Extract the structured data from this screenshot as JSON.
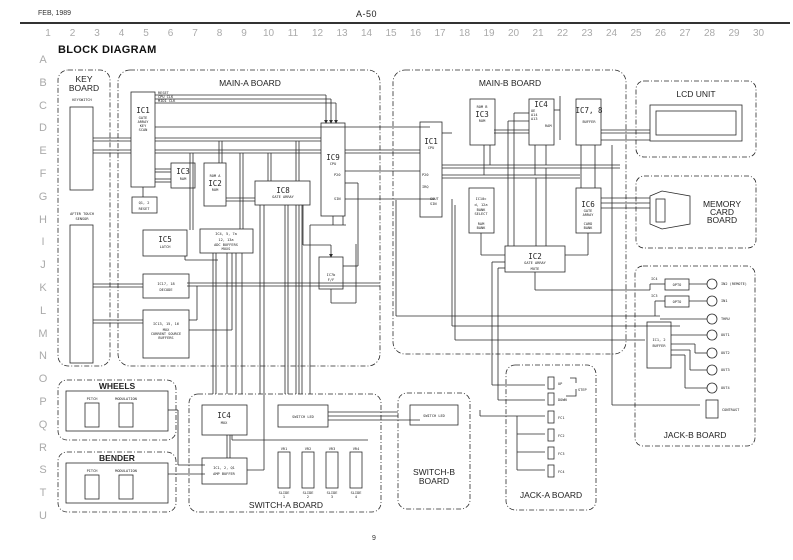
{
  "header": {
    "date": "FEB, 1989",
    "code": "A-50",
    "page_number": "9"
  },
  "title": "BLOCK DIAGRAM",
  "grid": {
    "columns": [
      "1",
      "2",
      "3",
      "4",
      "5",
      "6",
      "7",
      "8",
      "9",
      "10",
      "11",
      "12",
      "13",
      "14",
      "15",
      "16",
      "17",
      "18",
      "19",
      "20",
      "21",
      "22",
      "23",
      "24",
      "25",
      "26",
      "27",
      "28",
      "29",
      "30"
    ],
    "rows": [
      "A",
      "B",
      "C",
      "D",
      "E",
      "F",
      "G",
      "H",
      "I",
      "J",
      "K",
      "L",
      "M",
      "N",
      "O",
      "P",
      "Q",
      "R",
      "S",
      "T",
      "U"
    ]
  },
  "boards": {
    "keyboard": {
      "title_1": "KEY",
      "title_2": "BOARD",
      "keyswitch": "KEYSWITCH",
      "aftertouch_1": "AFTER TOUCH",
      "aftertouch_2": "SENSOR"
    },
    "main_a": {
      "title": "MAIN-A BOARD",
      "signals": [
        "RESET",
        "CPU CLK",
        "MIDI CLK"
      ],
      "ic1": {
        "name": "IC1",
        "desc": [
          "GATE",
          "ARRAY",
          "KEY",
          "SCAN"
        ],
        "pins": {
          "t": "T",
          "mk": "MK",
          "br": "BR",
          "a": "A",
          "d": "D",
          "ra": "RA",
          "rd": "RD"
        }
      },
      "ic3": {
        "name": "IC3",
        "desc": "RAM",
        "pin_a": "A",
        "pin_d": "D"
      },
      "q12": {
        "name": "Q1, 2",
        "desc": "RESET"
      },
      "ic2": {
        "name": "IC2",
        "top": "ROM A",
        "desc": "ROM",
        "pins": {
          "ah": "AH",
          "d": "D",
          "al": "AL"
        }
      },
      "ic8": {
        "name": "IC8",
        "desc": "GATE ARRAY",
        "pins": {
          "d": "D",
          "ah": "AH",
          "al": "AL"
        }
      },
      "ic9": {
        "name": "IC9",
        "desc": "CPU",
        "pins": {
          "irq": "IRQ",
          "ah": "AH",
          "d": "D",
          "p20": "P20",
          "sin": "SIN"
        }
      },
      "ic5": {
        "name": "IC5",
        "desc": "LATCH",
        "pin_d": "D"
      },
      "ic4": {
        "name": "IC4, 5, 7a",
        "name2": "12, 13a",
        "desc": "ADC BUFFERS",
        "desc2": "MUXS",
        "pin_d": "D"
      },
      "ic17": {
        "name": "IC17, 18",
        "desc": "DECODE"
      },
      "ic13": {
        "name": "IC13, 15, 16",
        "desc": [
          "MUX",
          "CURRENT SOURCE",
          "BUFFERS"
        ]
      },
      "ic7b": {
        "name": "IC7b",
        "desc": "F/F",
        "pins": {
          "s": "S",
          "q": "Q",
          "r": "R"
        }
      }
    },
    "main_b": {
      "title": "MAIN-B BOARD",
      "ic1": {
        "name": "IC1",
        "desc": "CPU",
        "pins": {
          "d": "D",
          "p20": "P20",
          "ah": "AH",
          "irq": "IRQ",
          "sout": "SOUT",
          "sin": "SIN"
        }
      },
      "ic3": {
        "name": "IC3",
        "top": "ROM B",
        "desc": "ROM",
        "pins": {
          "al": "AL",
          "ah": "AH",
          "d": "D"
        }
      },
      "ic4": {
        "name": "IC4",
        "desc": "RAM",
        "pins": [
          "OE",
          "A14",
          "A13",
          "AL",
          "AH",
          "D"
        ]
      },
      "ic7": {
        "name": "IC7, 8",
        "desc": "BUFFER",
        "pins": {
          "d": "D",
          "rwa": "RWA",
          "rwa2": "RWA",
          "d2": "D"
        }
      },
      "ic10": {
        "name": "IC10c",
        "name2": "d, 12a",
        "desc": [
          "BANK",
          "SELECT"
        ],
        "sub": [
          "RAM",
          "BANK"
        ]
      },
      "ic6": {
        "name": "IC6",
        "desc": [
          "GATE",
          "ARRAY"
        ],
        "sub": [
          "CARD",
          "BANK"
        ],
        "pins": {
          "ah": "AH",
          "d": "D"
        }
      },
      "ic2": {
        "name": "IC2",
        "desc": "GATE ARRAY",
        "pins": {
          "al": "AL",
          "ah": "AH",
          "d": "D",
          "mute": "MUTE"
        }
      }
    },
    "lcd": {
      "title": "LCD UNIT"
    },
    "memory_card": {
      "title_1": "MEMORY",
      "title_2": "CARD",
      "title_3": "BOARD"
    },
    "jack_b": {
      "title": "JACK-B BOARD",
      "ic4": "IC4",
      "ic3": "IC3",
      "opto": "OPTO",
      "buffer": {
        "name": "IC1, 2",
        "desc": "BUFFER"
      },
      "jacks": [
        "IN2 (REMOTE)",
        "IN1",
        "THRU",
        "OUT1",
        "OUT2",
        "OUT3",
        "OUT4"
      ],
      "contrast": "CONTRAST"
    },
    "wheels": {
      "title": "WHEELS",
      "pitch": "PITCH",
      "modulation": "MODULATION"
    },
    "bender": {
      "title": "BENDER",
      "pitch": "PITCH",
      "modulation": "MODULATION"
    },
    "switch_a": {
      "title": "SWITCH-A BOARD",
      "ic4": {
        "name": "IC4",
        "desc": "MUX"
      },
      "ic1": {
        "name": "IC1, 2, Q1",
        "desc": "AMP BUFFER"
      },
      "switch_led": "SWITCH LED",
      "vrs": [
        {
          "name": "VR1",
          "slide": "SLIDE",
          "num": "1"
        },
        {
          "name": "VR2",
          "slide": "SLIDE",
          "num": "2"
        },
        {
          "name": "VR3",
          "slide": "SLIDE",
          "num": "3"
        },
        {
          "name": "VR4",
          "slide": "SLIDE",
          "num": "4"
        }
      ]
    },
    "switch_b": {
      "title_1": "SWITCH-B",
      "title_2": "BOARD",
      "switch_led": "SWITCH LED"
    },
    "jack_a": {
      "title": "JACK-A BOARD",
      "jacks": [
        "UP",
        "DOWN",
        "FC1",
        "FC2",
        "FC3",
        "FC4"
      ],
      "step": "STEP"
    }
  },
  "colors": {
    "line": "#2a2a2a",
    "grid_label": "#aaaaaa",
    "paper": "#ffffff"
  }
}
